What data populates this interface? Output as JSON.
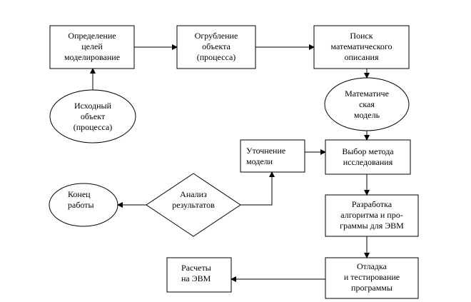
{
  "nodes": {
    "define_goals": "Определение\nцелей\nмоделирование",
    "coarsen_object": "Огрубление\nобъекта\n(процесса)",
    "search_description": "Поиск\nматематического\nописания",
    "source_object": "Исходный\nобъект\n(процесса)",
    "math_model": "Математиче\nская\nмодель",
    "refine_model": "Уточнение\nмодели",
    "choose_method": "Выбор метода\nисследования",
    "end_work": "Конец\nработы",
    "analysis_results": "Анализ\nрезультатов",
    "develop_algorithm": "Разработка\nалгоритма и про-\nграммы для ЭВМ",
    "computer_calc": "Расчеты\nна ЭВМ",
    "debug_test": "Отладка\nи тестирование\nпрограммы"
  },
  "colors": {
    "stroke": "#000000",
    "fill": "#ffffff"
  }
}
